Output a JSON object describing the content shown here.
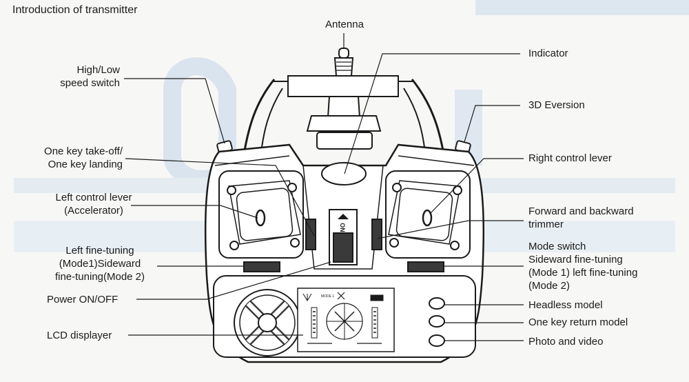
{
  "title": "Introduction of transmitter",
  "labels": {
    "antenna": "Antenna",
    "indicator": "Indicator",
    "high_low_speed": "High/Low\nspeed switch",
    "eversion_3d": "3D Eversion",
    "one_key_takeoff": "One key take-off/\nOne key landing",
    "right_control_lever": "Right control lever",
    "left_control_lever": "Left control lever\n(Accelerator)",
    "forward_backward_trimmer": "Forward and backward\ntrimmer",
    "left_fine_tuning": "Left fine-tuning\n(Mode1)Sideward\nfine-tuning(Mode 2)",
    "mode_switch": "Mode switch\nSideward fine-tuning\n(Mode 1) left fine-tuning\n(Mode 2)",
    "power": "Power ON/OFF",
    "headless": "Headless model",
    "one_key_return": "One key return model",
    "lcd": "LCD displayer",
    "photo_video": "Photo and video"
  },
  "switch_text": "ON",
  "lcd_mode_text": "MODE 1",
  "colors": {
    "line": "#1a1a1a",
    "body": "#ffffff",
    "shade": "#3a3a3a",
    "watermark": "#d6e2ec"
  }
}
